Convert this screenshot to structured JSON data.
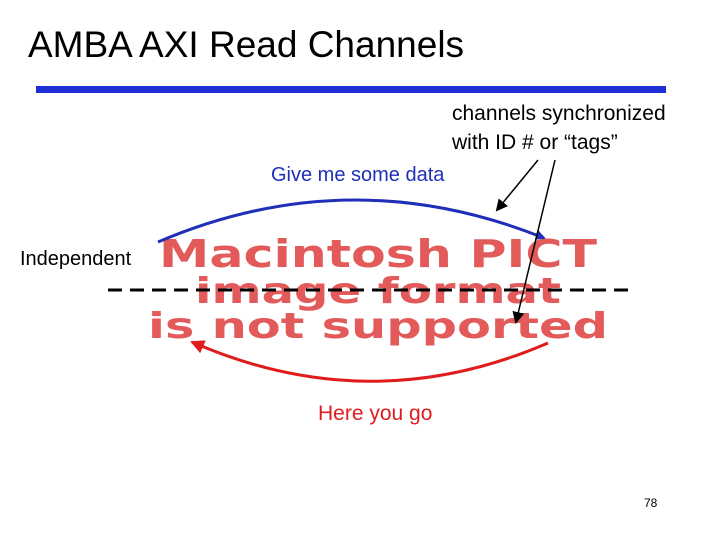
{
  "slide": {
    "title": "AMBA AXI Read Channels",
    "note_line1": "channels synchronized",
    "note_line2": "with ID # or “tags”",
    "request_label": "Give me some data",
    "independent_label": "Independent",
    "response_label": "Here you go",
    "page_number": "78"
  },
  "placeholder_image": {
    "line1": "Macintosh PICT",
    "line2": "image format",
    "line3": "is not supported"
  },
  "colors": {
    "title_rule": "#1f2fd6",
    "request_arrow": "#1f2fb8",
    "response_arrow": "#e01b1b",
    "placeholder_text": "#e25a5a",
    "black": "#000000"
  }
}
